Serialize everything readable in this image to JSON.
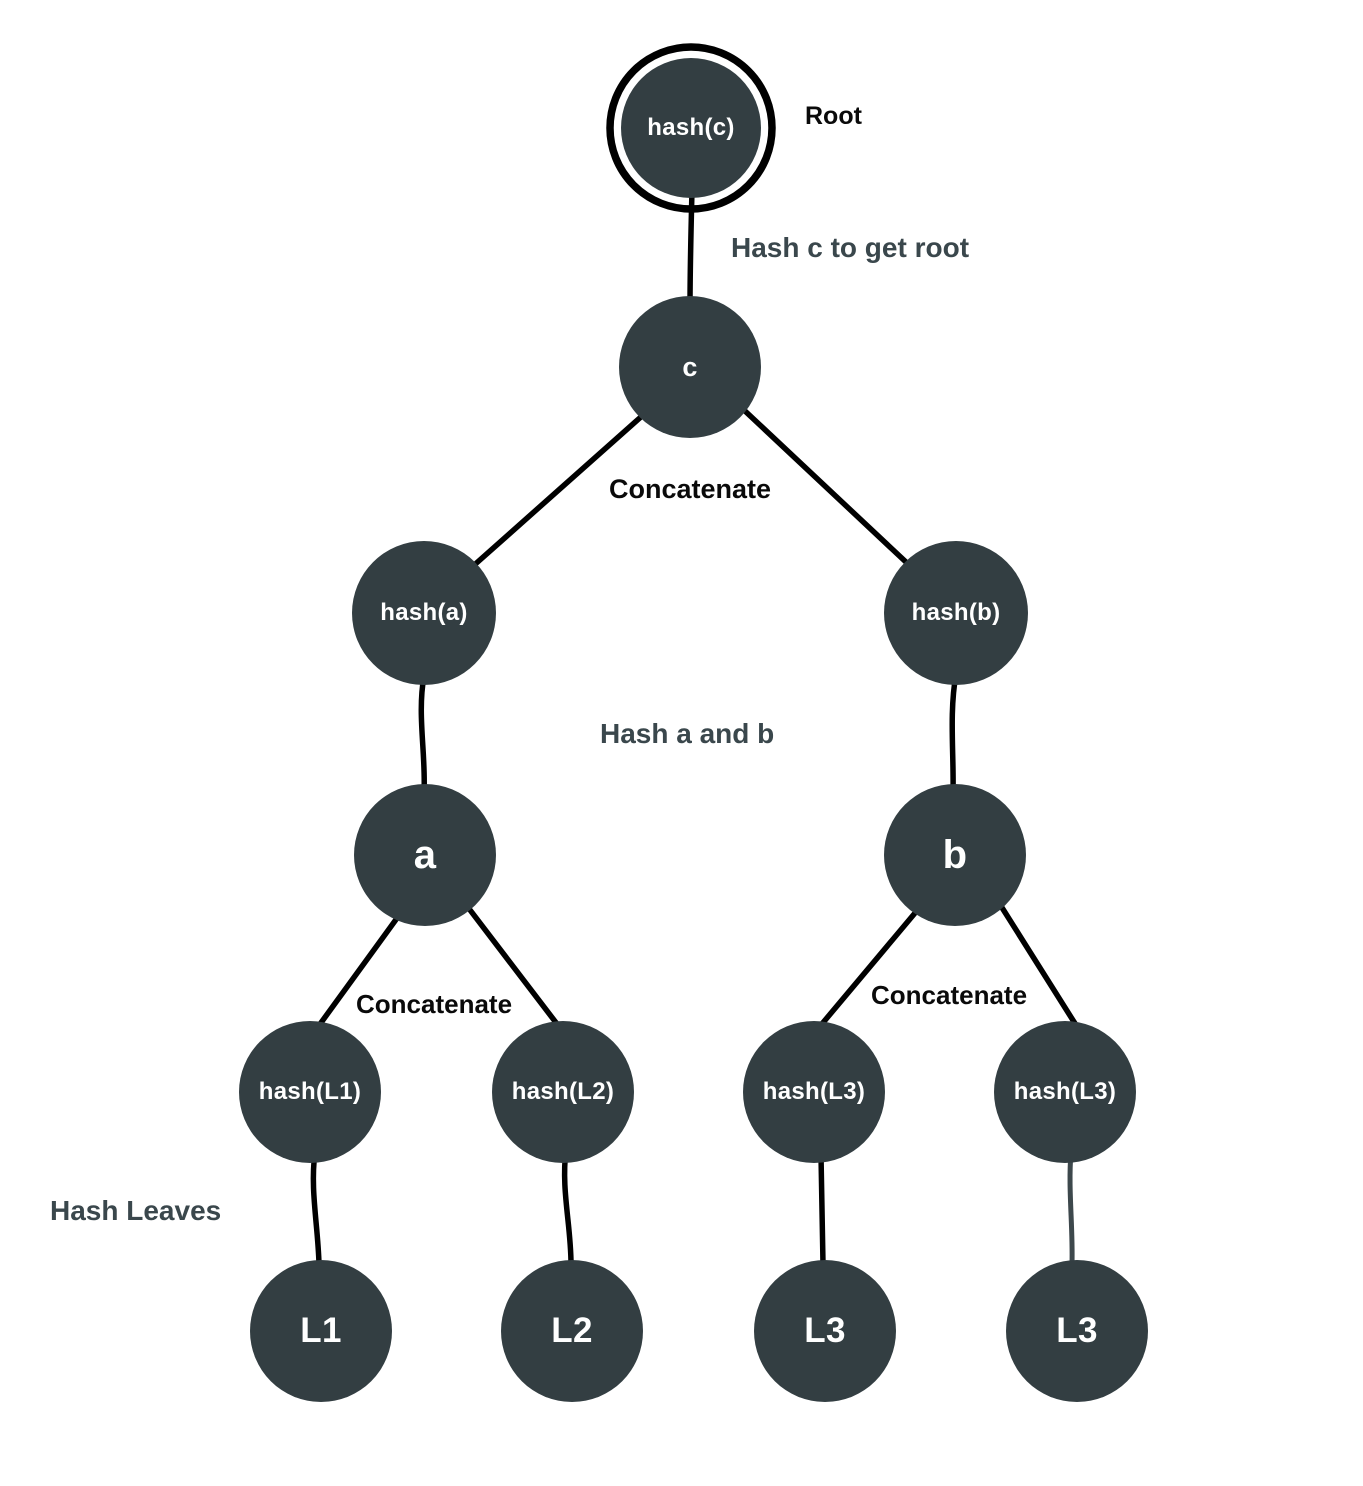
{
  "diagram": {
    "type": "merkle-tree",
    "colors": {
      "node_fill": "#333E42",
      "node_text": "#FFFFFF",
      "edge_black": "#000000",
      "edge_muted": "#3D484C",
      "note_dark": "#3A474C",
      "label_black": "#0A0A0A",
      "bg": "#FFFFFF"
    },
    "nodes": {
      "root_hash": {
        "label": "hash(c)"
      },
      "c": {
        "label": "c"
      },
      "hash_a": {
        "label": "hash(a)"
      },
      "hash_b": {
        "label": "hash(b)"
      },
      "a": {
        "label": "a"
      },
      "b": {
        "label": "b"
      },
      "hash_l1": {
        "label": "hash(L1)"
      },
      "hash_l2": {
        "label": "hash(L2)"
      },
      "hash_l3_left": {
        "label": "hash(L3)"
      },
      "hash_l3_right": {
        "label": "hash(L3)"
      },
      "l1": {
        "label": "L1"
      },
      "l2": {
        "label": "L2"
      },
      "l3_left": {
        "label": "L3"
      },
      "l3_right": {
        "label": "L3"
      }
    },
    "annotations": {
      "root_label": "Root",
      "hash_c_note": "Hash c to get root",
      "concat_top": "Concatenate",
      "hash_ab_note": "Hash a and b",
      "concat_left": "Concatenate",
      "concat_right": "Concatenate",
      "hash_leaves_note": "Hash Leaves"
    },
    "edges": [
      {
        "from": "root_hash",
        "to": "c"
      },
      {
        "from": "c",
        "to": "hash_a"
      },
      {
        "from": "c",
        "to": "hash_b"
      },
      {
        "from": "hash_a",
        "to": "a"
      },
      {
        "from": "hash_b",
        "to": "b"
      },
      {
        "from": "a",
        "to": "hash_l1"
      },
      {
        "from": "a",
        "to": "hash_l2"
      },
      {
        "from": "b",
        "to": "hash_l3_left"
      },
      {
        "from": "b",
        "to": "hash_l3_right"
      },
      {
        "from": "hash_l1",
        "to": "l1"
      },
      {
        "from": "hash_l2",
        "to": "l2"
      },
      {
        "from": "hash_l3_left",
        "to": "l3_left"
      },
      {
        "from": "hash_l3_right",
        "to": "l3_right"
      }
    ]
  }
}
